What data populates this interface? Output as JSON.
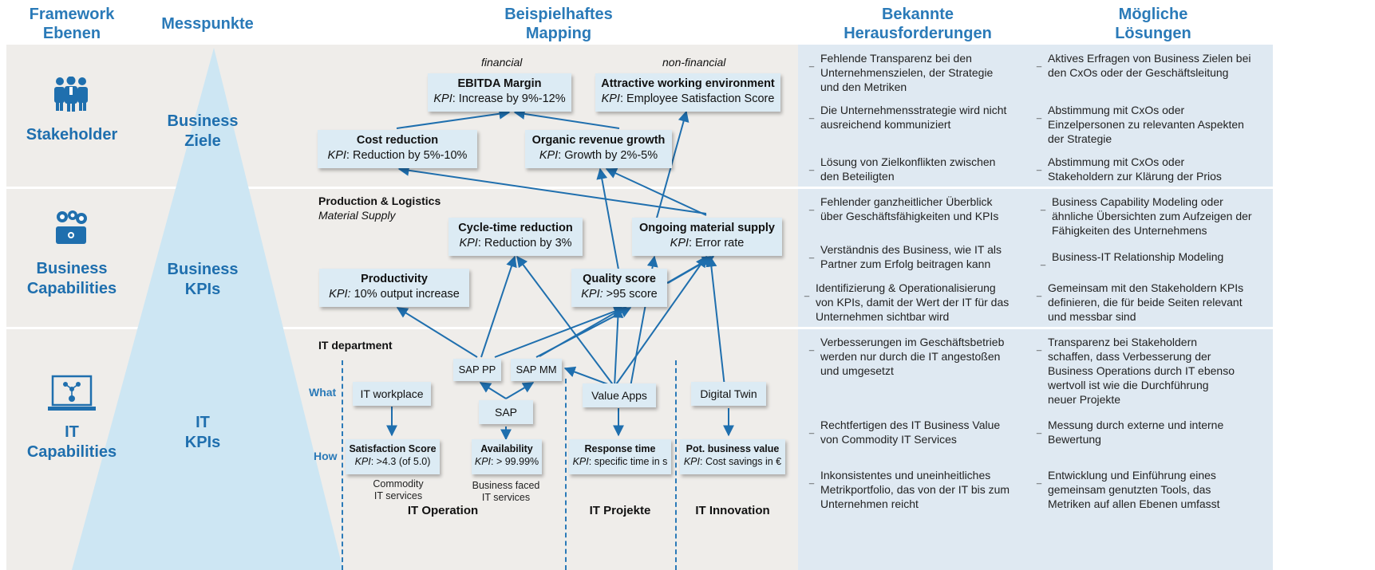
{
  "headers": {
    "framework": "Framework\nEbenen",
    "messpunkte": "Messpunkte",
    "mapping": "Beispielhaftes\nMapping",
    "challenges": "Bekannte\nHerausforderungen",
    "solutions": "Mögliche\nLösungen"
  },
  "rows": [
    {
      "label": "Stakeholder",
      "icon": "people-icon",
      "mess": "Business\nZiele"
    },
    {
      "label": "Business\nCapabilities",
      "icon": "gears-icon",
      "mess": "Business\nKPIs"
    },
    {
      "label": "IT\nCapabilities",
      "icon": "laptop-network-icon",
      "mess": "IT\nKPIs"
    }
  ],
  "mapping": {
    "financial": "financial",
    "nonfinancial": "non-financial",
    "ebitda": {
      "title": "EBITDA Margin",
      "kpi_label": "KPI",
      "kpi": ": Increase by 9%-12%"
    },
    "attractive": {
      "title": "Attractive working environment",
      "kpi_label": "KPI",
      "kpi": ": Employee Satisfaction Score"
    },
    "cost": {
      "title": "Cost reduction",
      "kpi_label": "KPI",
      "kpi": ": Reduction by 5%-10%"
    },
    "organic": {
      "title": "Organic revenue growth",
      "kpi_label": "KPI",
      "kpi": ": Growth by 2%-5%"
    },
    "prod_logistics": "Production & Logistics",
    "material_supply": "Material Supply",
    "cycle": {
      "title": "Cycle-time reduction",
      "kpi_label": "KPI",
      "kpi": ": Reduction by 3%"
    },
    "ongoing": {
      "title": "Ongoing material supply",
      "kpi_label": "KPI",
      "kpi": ": Error rate"
    },
    "productivity": {
      "title": "Productivity",
      "kpi_label": "KPI:",
      "kpi": " 10% output increase"
    },
    "quality": {
      "title": "Quality score",
      "kpi_label": "KPI:",
      "kpi": " >95 score"
    },
    "it_department": "IT department",
    "what": "What",
    "how": "How",
    "sap_pp": "SAP PP",
    "sap_mm": "SAP MM",
    "sap": "SAP",
    "it_workplace": "IT workplace",
    "value_apps": "Value Apps",
    "digital_twin": "Digital Twin",
    "satisfaction": {
      "title": "Satisfaction Score",
      "kpi_label": "KPI",
      "kpi": ": >4.3 (of 5.0)"
    },
    "availability": {
      "title": "Availability",
      "kpi_label": "KPI",
      "kpi": ": > 99.99%"
    },
    "response": {
      "title": "Response time",
      "kpi_label": "KPI",
      "kpi": ": specific time in s"
    },
    "potential": {
      "title": "Pot. business value",
      "kpi_label": "KPI",
      "kpi": ": Cost savings in €"
    },
    "commodity": "Commodity\nIT services",
    "business_faced": "Business faced\nIT services",
    "it_operation": "IT Operation",
    "it_projekte": "IT Projekte",
    "it_innovation": "IT Innovation"
  },
  "challenges": [
    "Fehlende Transparenz bei den Unternehmenszielen, der Strategie und den Metriken",
    "Die Unternehmensstrategie wird nicht ausreichend kommuniziert",
    "Lösung von Zielkonflikten zwischen den Beteiligten",
    "Fehlender ganzheitlicher Überblick über Geschäftsfähigkeiten und KPIs",
    "Verständnis des Business, wie IT als Partner zum Erfolg beitragen kann",
    "Identifizierung & Operationalisierung von KPIs, damit der Wert der IT für das Unternehmen sichtbar wird",
    "Verbesserungen im Geschäftsbetrieb werden nur durch die IT angestoßen und umgesetzt",
    "Rechtfertigen des IT Business Value von Commodity IT Services",
    "Inkonsistentes und uneinheitliches Metrikportfolio, das von der IT bis zum Unternehmen reicht"
  ],
  "solutions": [
    "Aktives Erfragen von Business Zielen bei den CxOs oder der Geschäftsleitung",
    "Abstimmung mit CxOs oder Einzelpersonen zu relevanten Aspekten der Strategie",
    "Abstimmung mit CxOs oder Stakeholdern zur Klärung der Prios",
    "Business Capability Modeling oder ähnliche Übersichten zum Aufzeigen der Fähigkeiten des Unternehmens",
    "Business-IT Relationship Modeling",
    "Gemeinsam mit den Stakeholdern KPIs definieren, die für beide Seiten relevant und messbar sind",
    "Transparenz bei Stakeholdern schaffen, dass Verbesserung der Business Operations durch IT ebenso wertvoll ist wie die Durchführung neuer Projekte",
    "Messung durch externe und interne Bewertung",
    "Entwicklung und Einführung eines gemeinsam genutzten Tools, das Metriken auf allen Ebenen umfasst"
  ],
  "dash_glyph": "_",
  "colors": {
    "accent": "#1f6fae",
    "box": "#dcebf4",
    "panel": "#dfe9f2",
    "band": "#efedea",
    "pyramid": "#cde6f3"
  }
}
